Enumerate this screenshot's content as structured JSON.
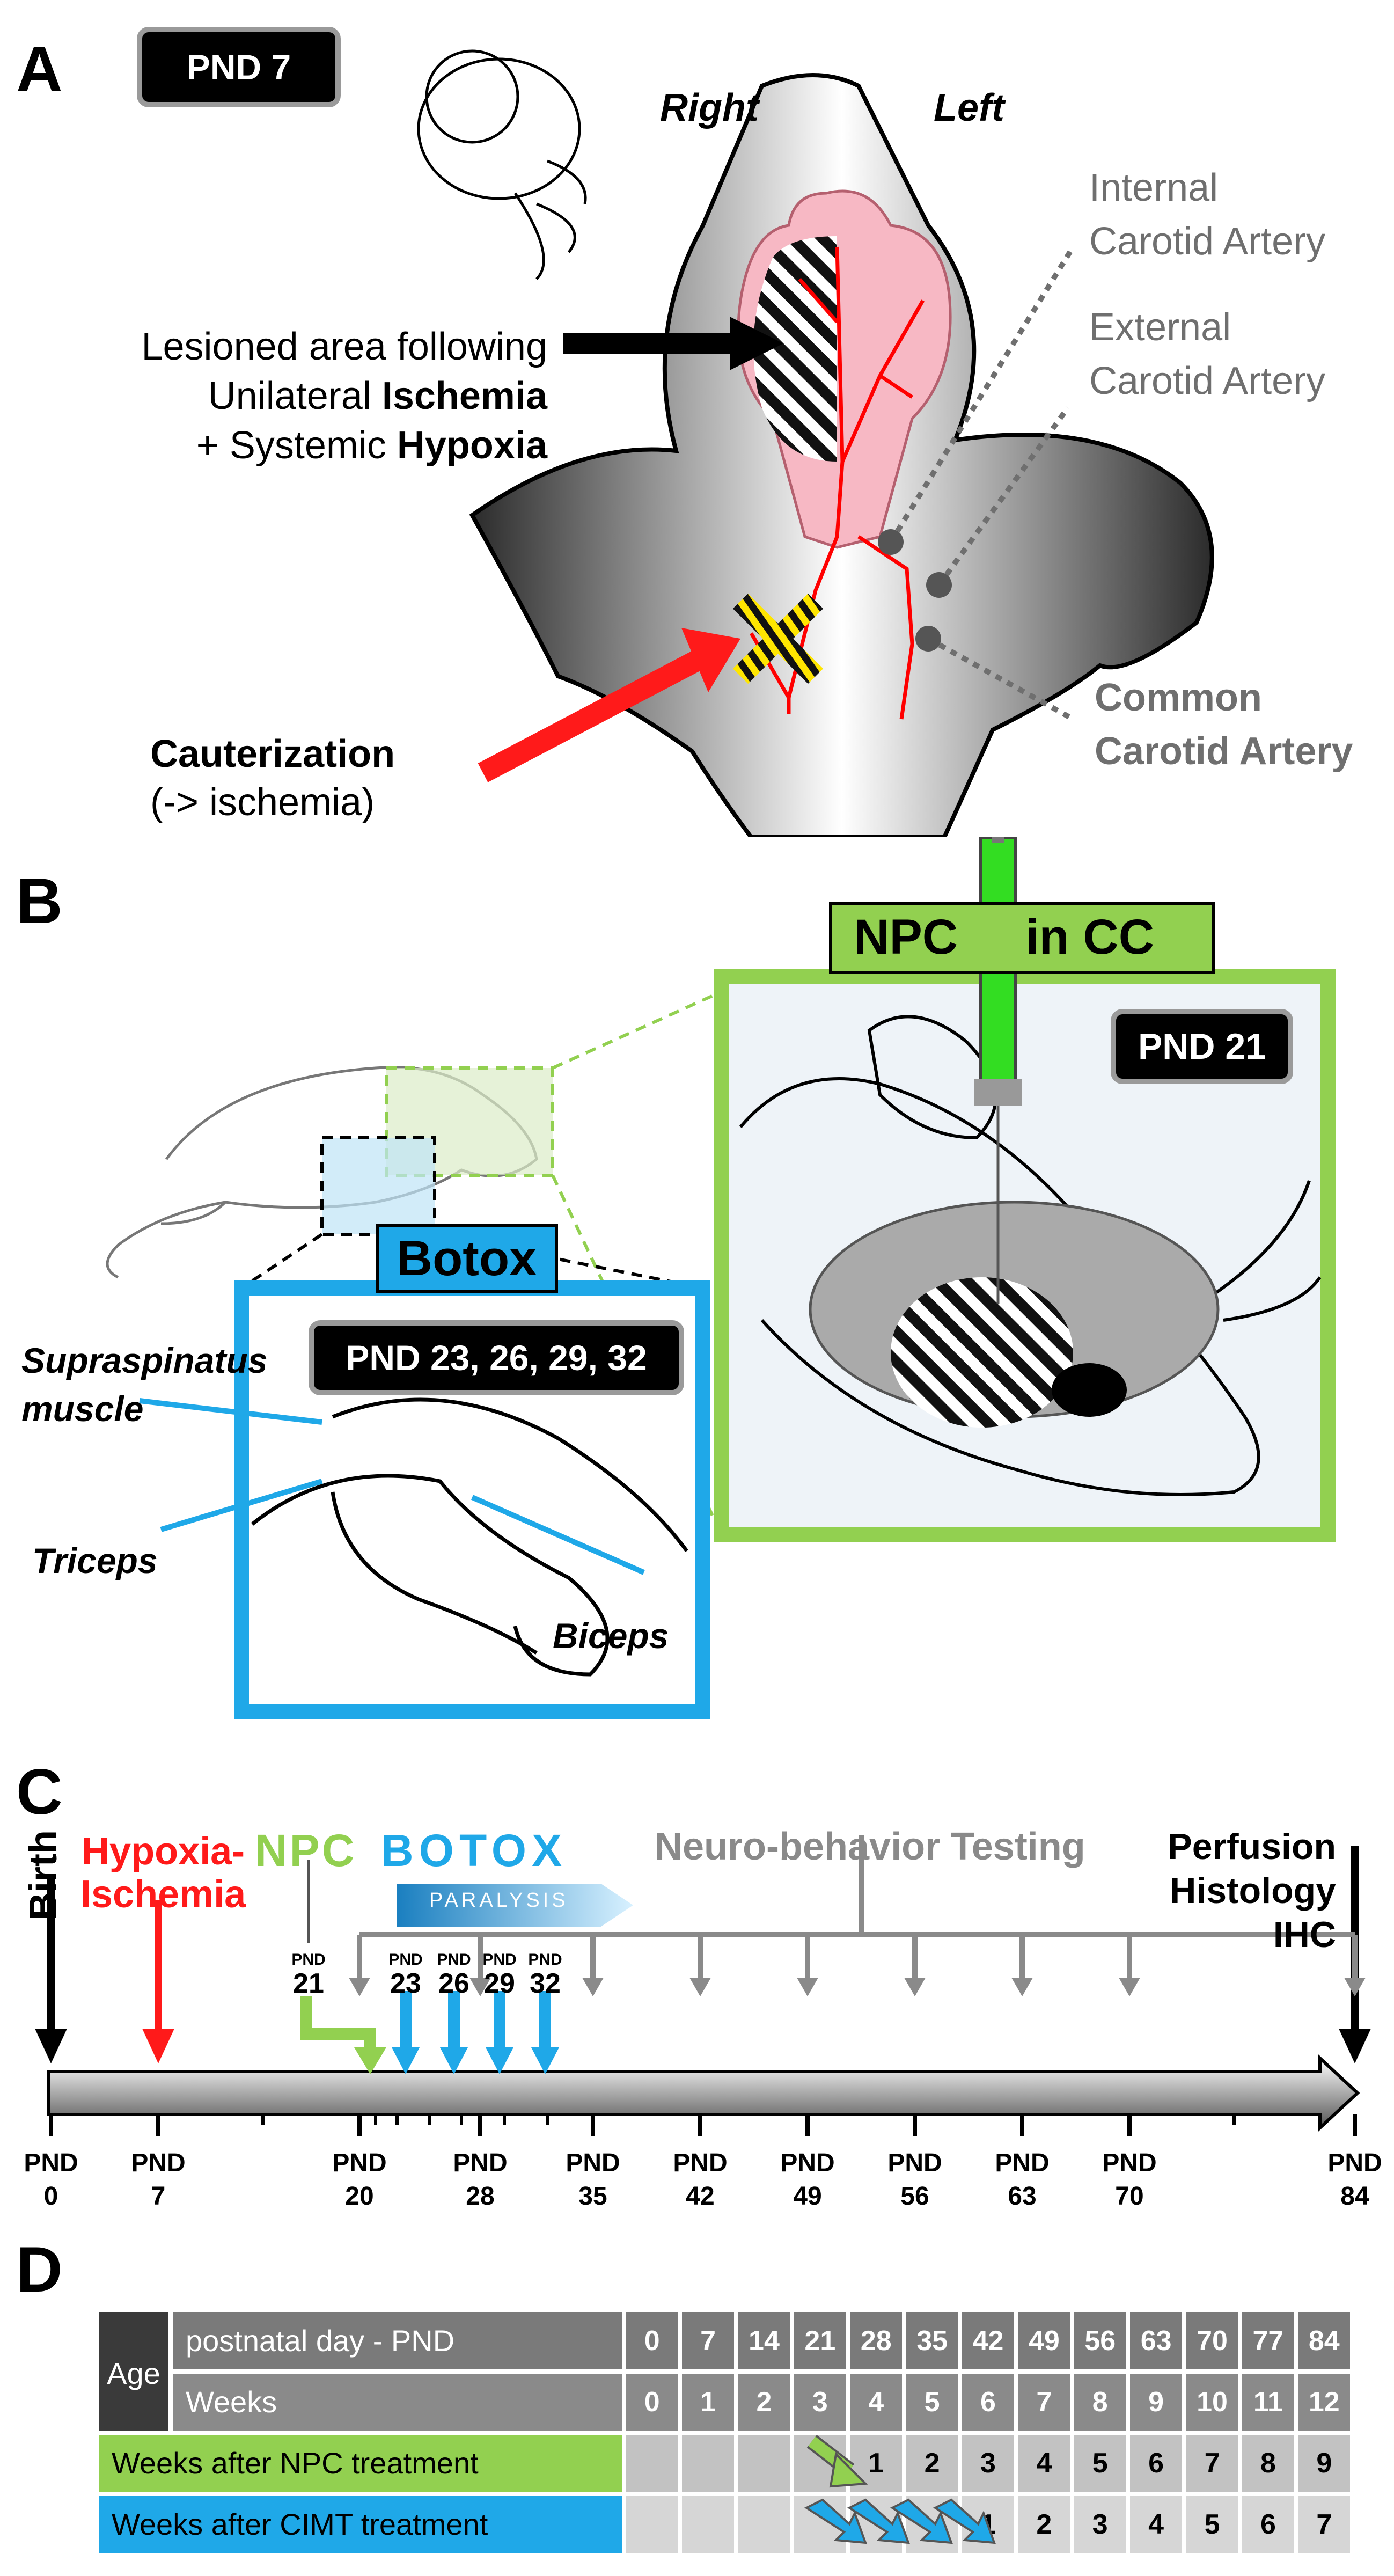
{
  "panel_a": {
    "letter": "A",
    "pnd_tag": "PND 7",
    "right_label": "Right",
    "left_label": "Left",
    "internal_carotid": [
      "Internal",
      "Carotid Artery"
    ],
    "external_carotid": [
      "External",
      "Carotid Artery"
    ],
    "common_carotid": [
      "Common",
      "Carotid Artery"
    ],
    "lesion_line1": "Lesioned area following",
    "lesion_line2_pre": "Unilateral ",
    "lesion_line2_bold": "Ischemia",
    "lesion_line3_pre": "+ Systemic ",
    "lesion_line3_bold": "Hypoxia",
    "cauterization": "Cauterization",
    "cauterization_sub": "(-> ischemia)"
  },
  "panel_b": {
    "letter": "B",
    "npc_label": "NPC",
    "in_cc_label": "in CC",
    "pnd_tag": "PND 21",
    "botox_label": "Botox",
    "botox_days_tag": "PND 23, 26, 29, 32",
    "supraspinatus": [
      "Supraspinatus",
      "muscle"
    ],
    "triceps": "Triceps",
    "biceps": "Biceps"
  },
  "panel_c": {
    "letter": "C",
    "birth": "Birth",
    "hypoxia_ischemia": [
      "Hypoxia-",
      "Ischemia"
    ],
    "npc": "NPC",
    "botox": "BOTOX",
    "paralysis": "PARALYSIS",
    "neuro_testing": "Neuro-behavior Testing",
    "perfusion": [
      "Perfusion",
      "Histology",
      "IHC"
    ],
    "npc_day": {
      "pnd": "PND",
      "num": "21"
    },
    "botox_days": [
      {
        "pnd": "PND",
        "num": "23"
      },
      {
        "pnd": "PND",
        "num": "26"
      },
      {
        "pnd": "PND",
        "num": "29"
      },
      {
        "pnd": "PND",
        "num": "32"
      }
    ],
    "axis_ticks": [
      {
        "pnd": "PND",
        "num": "0"
      },
      {
        "pnd": "PND",
        "num": "7"
      },
      {
        "pnd": "PND",
        "num": "20"
      },
      {
        "pnd": "PND",
        "num": "28"
      },
      {
        "pnd": "PND",
        "num": "35"
      },
      {
        "pnd": "PND",
        "num": "42"
      },
      {
        "pnd": "PND",
        "num": "49"
      },
      {
        "pnd": "PND",
        "num": "56"
      },
      {
        "pnd": "PND",
        "num": "63"
      },
      {
        "pnd": "PND",
        "num": "70"
      },
      {
        "pnd": "PND",
        "num": "84"
      }
    ]
  },
  "panel_d": {
    "letter": "D",
    "age_header": "Age",
    "rows": [
      {
        "label": "postnatal day - PND",
        "cells": [
          "0",
          "7",
          "14",
          "21",
          "28",
          "35",
          "42",
          "49",
          "56",
          "63",
          "70",
          "77",
          "84"
        ]
      },
      {
        "label": "Weeks",
        "cells": [
          "0",
          "1",
          "2",
          "3",
          "4",
          "5",
          "6",
          "7",
          "8",
          "9",
          "10",
          "11",
          "12"
        ]
      },
      {
        "label": "Weeks after NPC treatment",
        "cells": [
          "",
          "",
          "",
          "",
          "1",
          "2",
          "3",
          "4",
          "5",
          "6",
          "7",
          "8",
          "9"
        ]
      },
      {
        "label": "Weeks after CIMT treatment",
        "cells": [
          "",
          "",
          "",
          "",
          "",
          "",
          "1",
          "2",
          "3",
          "4",
          "5",
          "6",
          "7"
        ]
      }
    ]
  },
  "colors": {
    "red": "#ff1a1a",
    "green": "#92d050",
    "blue": "#1fa8e8",
    "gray_text": "#7f7f7f",
    "pink": "#f7b8c4"
  }
}
